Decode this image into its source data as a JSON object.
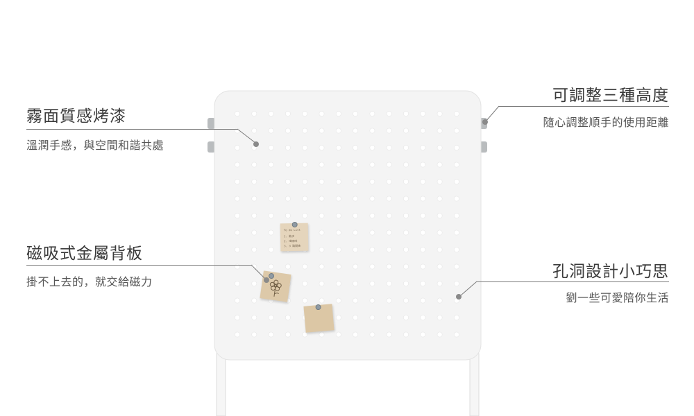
{
  "callouts": {
    "finish": {
      "title": "霧面質感烤漆",
      "desc": "溫潤手感，與空間和諧共處"
    },
    "magnetic": {
      "title": "磁吸式金屬背板",
      "desc": "掛不上去的，就交給磁力"
    },
    "height": {
      "title": "可調整三種高度",
      "desc": "隨心調整順手的使用距離"
    },
    "holes": {
      "title": "孔洞設計小巧思",
      "desc": "劉一些可愛陪你生活"
    }
  },
  "sticky_note": {
    "lines": [
      "To do List",
      "1. 散步",
      "2. 喝咖啡",
      "3. 3 點開會"
    ]
  },
  "colors": {
    "board": "#f4f4f4",
    "hole": "#ffffff",
    "line": "#7a7a7a",
    "note": "#e5d5bc"
  },
  "icons": {
    "note2": "flower-doodle-icon"
  }
}
